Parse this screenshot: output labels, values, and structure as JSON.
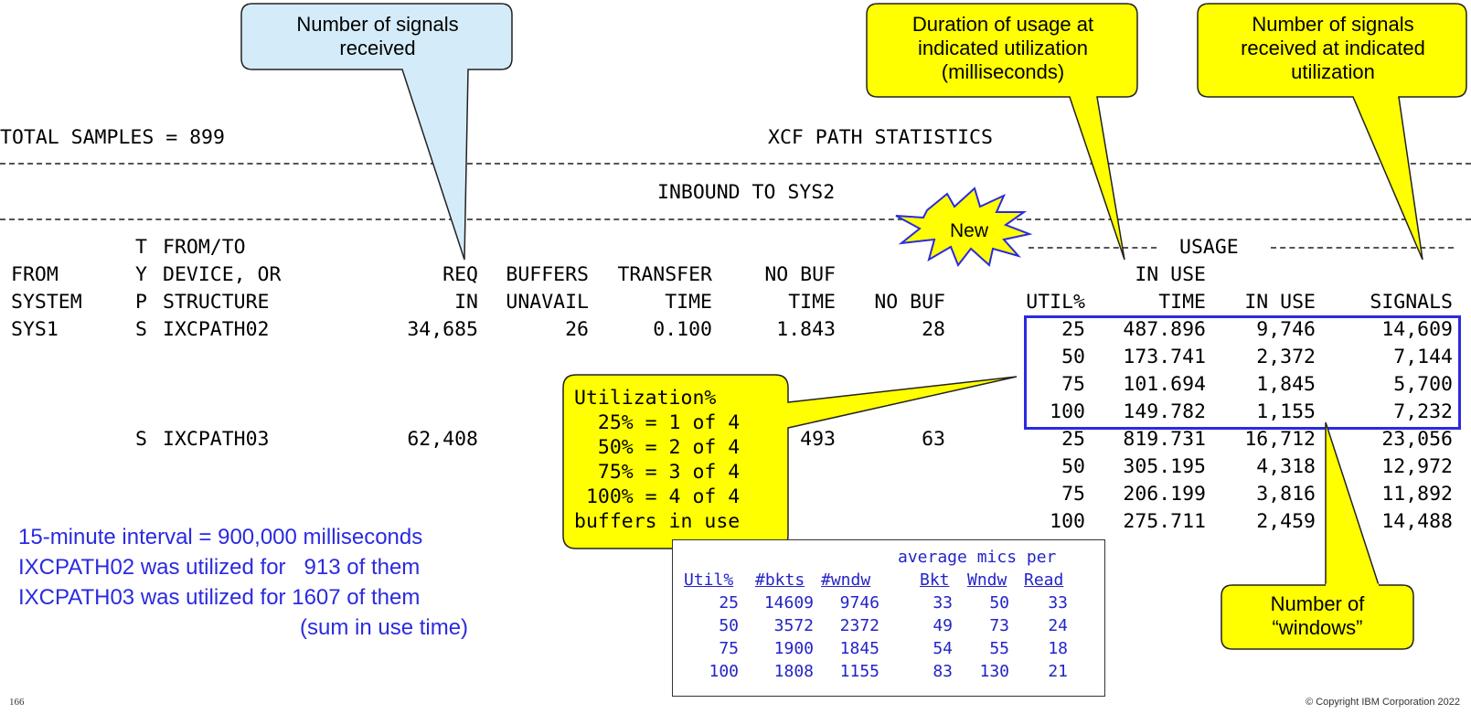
{
  "header": {
    "total_samples": "TOTAL SAMPLES = 899",
    "report_title": "XCF PATH STATISTICS",
    "inbound": "INBOUND TO SYS2",
    "usage_label": "USAGE"
  },
  "columns": {
    "t_label": "T",
    "from_to": "FROM/TO",
    "from": "FROM",
    "y": "Y",
    "device_or": "DEVICE, OR",
    "req": "REQ",
    "buffers": "BUFFERS",
    "transfer": "TRANSFER",
    "no_buf_top": "NO BUF",
    "in_use_top": "IN USE",
    "system": "SYSTEM",
    "p": "P",
    "structure": "STRUCTURE",
    "in": "IN",
    "unavail": "UNAVAIL",
    "time": "TIME",
    "no_buf_time": "TIME",
    "no_buf": "NO BUF",
    "util_pct": "UTIL%",
    "in_use_time": "TIME",
    "in_use": "IN USE",
    "signals": "SIGNALS"
  },
  "rows": [
    {
      "system": "SYS1",
      "type": "S",
      "structure": "IXCPATH02",
      "req_in": "34,685",
      "buffers_unavail": "26",
      "transfer_time": "0.100",
      "no_buf_time": "1.843",
      "no_buf": "28"
    },
    {
      "system": "",
      "type": "S",
      "structure": "IXCPATH03",
      "req_in": "62,408",
      "buffers_unavail": "",
      "transfer_time": "",
      "no_buf_time": "493",
      "no_buf": "63"
    }
  ],
  "usage": [
    [
      {
        "util": "25",
        "time": "487.896",
        "in_use": "9,746",
        "signals": "14,609"
      },
      {
        "util": "50",
        "time": "173.741",
        "in_use": "2,372",
        "signals": "7,144"
      },
      {
        "util": "75",
        "time": "101.694",
        "in_use": "1,845",
        "signals": "5,700"
      },
      {
        "util": "100",
        "time": "149.782",
        "in_use": "1,155",
        "signals": "7,232"
      }
    ],
    [
      {
        "util": "25",
        "time": "819.731",
        "in_use": "16,712",
        "signals": "23,056"
      },
      {
        "util": "50",
        "time": "305.195",
        "in_use": "4,318",
        "signals": "12,972"
      },
      {
        "util": "75",
        "time": "206.199",
        "in_use": "3,816",
        "signals": "11,892"
      },
      {
        "util": "100",
        "time": "275.711",
        "in_use": "2,459",
        "signals": "14,488"
      }
    ]
  ],
  "callouts": {
    "signals_received": "Number of signals received",
    "duration": "Duration of usage at indicated utilization (milliseconds)",
    "signals_at_util": "Number of signals received at indicated utilization",
    "new": "New",
    "windows": "Number of “windows”",
    "util_lines": [
      "Utilization%",
      "  25% = 1 of 4",
      "  50% = 2 of 4",
      "  75% = 3 of 4",
      " 100% = 4 of 4",
      "buffers in use"
    ]
  },
  "notes": {
    "line1": "15-minute interval = 900,000 milliseconds",
    "line2": "IXCPATH02 was utilized for   913 of them",
    "line3": "IXCPATH03 was utilized for 1607 of them",
    "line4": "(sum in use time)"
  },
  "mini_table": {
    "caption": "average mics per",
    "headers": [
      "Util%",
      "#bkts",
      "#wndw",
      "Bkt",
      "Wndw",
      "Read"
    ],
    "rows": [
      [
        "25",
        "14609",
        "9746",
        "33",
        "50",
        "33"
      ],
      [
        "50",
        "3572",
        "2372",
        "49",
        "73",
        "24"
      ],
      [
        "75",
        "1900",
        "1845",
        "54",
        "55",
        "18"
      ],
      [
        "100",
        "1808",
        "1155",
        "83",
        "130",
        "21"
      ]
    ]
  },
  "footer": {
    "page": "166",
    "copyright": "© Copyright IBM Corporation 2022"
  },
  "colors": {
    "callout_yellow": "#ffff00",
    "callout_blue": "#d4ecf9",
    "highlight_box": "#2a2ae0",
    "note_text": "#2a2ae0"
  }
}
